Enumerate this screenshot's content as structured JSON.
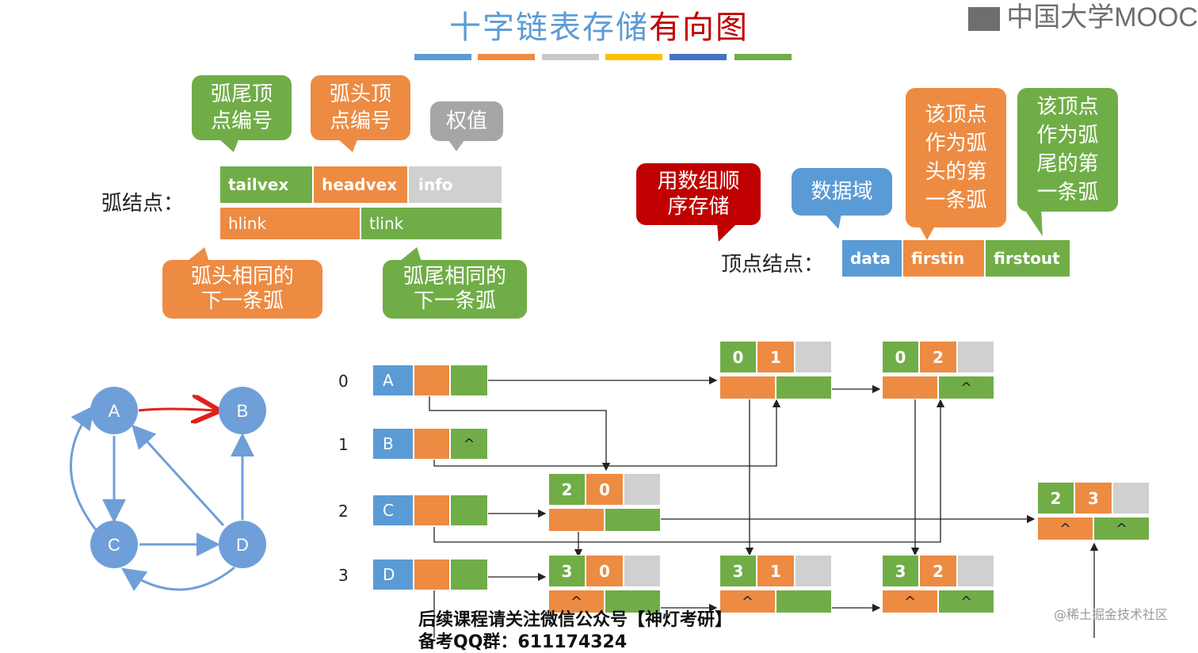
{
  "title": {
    "part1": "十字链表存储",
    "part2": "有向图"
  },
  "logo": "中国大学MOOC",
  "colors": {
    "blue": "#5b9bd5",
    "orange": "#ed8b43",
    "gray": "#d0d0d0",
    "green": "#70ad47",
    "red": "#c00000",
    "yellow": "#ffc000",
    "darkblue": "#4472c4"
  },
  "arc_node": {
    "label": "弧结点：",
    "fields_top": [
      "tailvex",
      "headvex",
      "info"
    ],
    "fields_bottom": [
      "hlink",
      "tlink"
    ],
    "bubble_tailvex": "弧尾顶\n点编号",
    "bubble_headvex": "弧头顶\n点编号",
    "bubble_info": "权值",
    "bubble_hlink": "弧头相同的\n下一条弧",
    "bubble_tlink": "弧尾相同的\n下一条弧"
  },
  "vertex_node": {
    "label": "顶点结点：",
    "fields": [
      "data",
      "firstin",
      "firstout"
    ],
    "bubble_array": "用数组顺\n序存储",
    "bubble_data": "数据域",
    "bubble_firstin": "该顶点\n作为弧\n头的第\n一条弧",
    "bubble_firstout": "该顶点\n作为弧\n尾的第\n一条弧"
  },
  "graph": {
    "nodes": [
      "A",
      "B",
      "C",
      "D"
    ]
  },
  "vertex_table": [
    {
      "index": "0",
      "data": "A",
      "firstout_null": false
    },
    {
      "index": "1",
      "data": "B",
      "firstout_null": true
    },
    {
      "index": "2",
      "data": "C",
      "firstout_null": false
    },
    {
      "index": "3",
      "data": "D",
      "firstout_null": false
    }
  ],
  "arcs": [
    {
      "tail": "0",
      "head": "1",
      "hlink": "",
      "tlink": ""
    },
    {
      "tail": "0",
      "head": "2",
      "hlink": "",
      "tlink": "^"
    },
    {
      "tail": "2",
      "head": "0",
      "hlink": "",
      "tlink": ""
    },
    {
      "tail": "2",
      "head": "3",
      "hlink": "^",
      "tlink": "^"
    },
    {
      "tail": "3",
      "head": "0",
      "hlink": "^",
      "tlink": ""
    },
    {
      "tail": "3",
      "head": "1",
      "hlink": "^",
      "tlink": ""
    },
    {
      "tail": "3",
      "head": "2",
      "hlink": "^",
      "tlink": "^"
    }
  ],
  "null_symbol": "^",
  "footer": {
    "line1": "后续课程请关注微信公众号【神灯考研】",
    "line2": "备考QQ群：611174324"
  },
  "watermark": "@稀土掘金技术社区"
}
